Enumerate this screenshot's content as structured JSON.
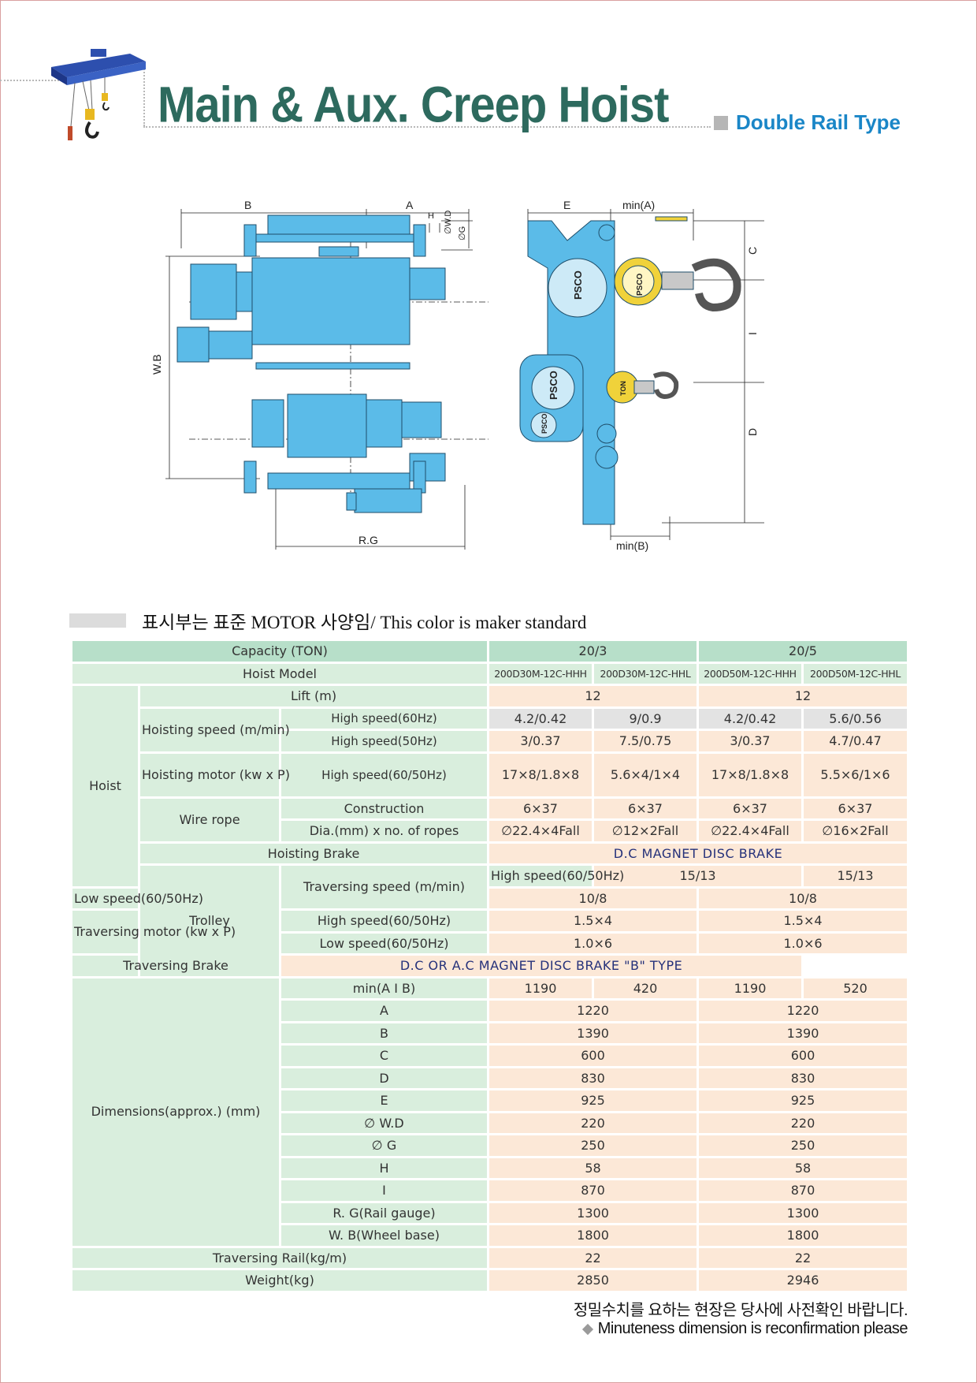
{
  "header": {
    "title": "Main & Aux. Creep Hoist",
    "subtitle": "Double Rail Type"
  },
  "drawing": {
    "labels": {
      "b": "B",
      "a": "A",
      "e": "E",
      "min_a": "min(A)",
      "h": "H",
      "wd": "∅W.D",
      "g": "∅G",
      "wb": "W.B",
      "rg": "R.G",
      "c": "C",
      "i": "I",
      "d": "D",
      "min_b": "min(B)",
      "psco": "PSCO",
      "ton": "TON"
    },
    "colors": {
      "machine": "#5bbbe8",
      "hook_yellow": "#f0d23a",
      "hook_grey": "#c8c8c8"
    }
  },
  "legend": {
    "text": "표시부는 표준 MOTOR 사양임/ This color is maker standard"
  },
  "table": {
    "capacity_label": "Capacity (TON)",
    "capacities": [
      "20/3",
      "20/5"
    ],
    "hoist_model_label": "Hoist Model",
    "models": [
      "200D30M-12C-HHH",
      "200D30M-12C-HHL",
      "200D50M-12C-HHH",
      "200D50M-12C-HHL"
    ],
    "hoist_group": "Hoist",
    "lift_label": "Lift (m)",
    "lift": [
      "12",
      "12"
    ],
    "hoisting_speed_label": "Hoisting speed (m/min)",
    "hs60_label": "High speed(60Hz)",
    "hs60": [
      "4.2/0.42",
      "9/0.9",
      "4.2/0.42",
      "5.6/0.56"
    ],
    "hs50_label": "High speed(50Hz)",
    "hs50": [
      "3/0.37",
      "7.5/0.75",
      "3/0.37",
      "4.7/0.47"
    ],
    "hoisting_motor_label": "Hoisting motor (kw x P)",
    "hm_label": "High speed(60/50Hz)",
    "hm": [
      "17×8/1.8×8",
      "5.6×4/1×4",
      "17×8/1.8×8",
      "5.5×6/1×6"
    ],
    "wire_rope_label": "Wire rope",
    "construction_label": "Construction",
    "construction": [
      "6×37",
      "6×37",
      "6×37",
      "6×37"
    ],
    "dia_label": "Dia.(mm) x no. of ropes",
    "dia": [
      "∅22.4×4Fall",
      "∅12×2Fall",
      "∅22.4×4Fall",
      "∅16×2Fall"
    ],
    "hoisting_brake_label": "Hoisting Brake",
    "hoisting_brake": "D.C MAGNET DISC BRAKE",
    "trolley_group": "Trolley",
    "trav_speed_label": "Traversing speed (m/min)",
    "ts_high_label": "High speed(60/50Hz)",
    "ts_high": [
      "15/13",
      "15/13"
    ],
    "ts_low_label": "Low speed(60/50Hz)",
    "ts_low": [
      "10/8",
      "10/8"
    ],
    "trav_motor_label": "Traversing motor (kw x P)",
    "tm_high_label": "High speed(60/50Hz)",
    "tm_high": [
      "1.5×4",
      "1.5×4"
    ],
    "tm_low_label": "Low speed(60/50Hz)",
    "tm_low": [
      "1.0×6",
      "1.0×6"
    ],
    "trav_brake_label": "Traversing Brake",
    "trav_brake": "D.C OR A.C MAGNET DISC BRAKE \"B\" TYPE",
    "dimensions_label": "Dimensions(approx.) (mm)",
    "min_aib_label": "min(A   I   B)",
    "min_aib": [
      "1190",
      "420",
      "1190",
      "520"
    ],
    "dims": [
      {
        "label": "A",
        "values": [
          "1220",
          "1220"
        ]
      },
      {
        "label": "B",
        "values": [
          "1390",
          "1390"
        ]
      },
      {
        "label": "C",
        "values": [
          "600",
          "600"
        ]
      },
      {
        "label": "D",
        "values": [
          "830",
          "830"
        ]
      },
      {
        "label": "E",
        "values": [
          "925",
          "925"
        ]
      },
      {
        "label": "∅ W.D",
        "values": [
          "220",
          "220"
        ]
      },
      {
        "label": "∅ G",
        "values": [
          "250",
          "250"
        ]
      },
      {
        "label": "H",
        "values": [
          "58",
          "58"
        ]
      },
      {
        "label": "I",
        "values": [
          "870",
          "870"
        ]
      },
      {
        "label": "R. G(Rail gauge)",
        "values": [
          "1300",
          "1300"
        ]
      },
      {
        "label": "W. B(Wheel base)",
        "values": [
          "1800",
          "1800"
        ]
      }
    ],
    "traversing_rail_label": "Traversing Rail(kg/m)",
    "traversing_rail": [
      "22",
      "22"
    ],
    "weight_label": "Weight(kg)",
    "weight": [
      "2850",
      "2946"
    ]
  },
  "footer": {
    "korean": "정밀수치를 요하는 현장은 당사에 사전확인 바랍니다.",
    "english": "Minuteness dimension is reconfirmation please"
  }
}
